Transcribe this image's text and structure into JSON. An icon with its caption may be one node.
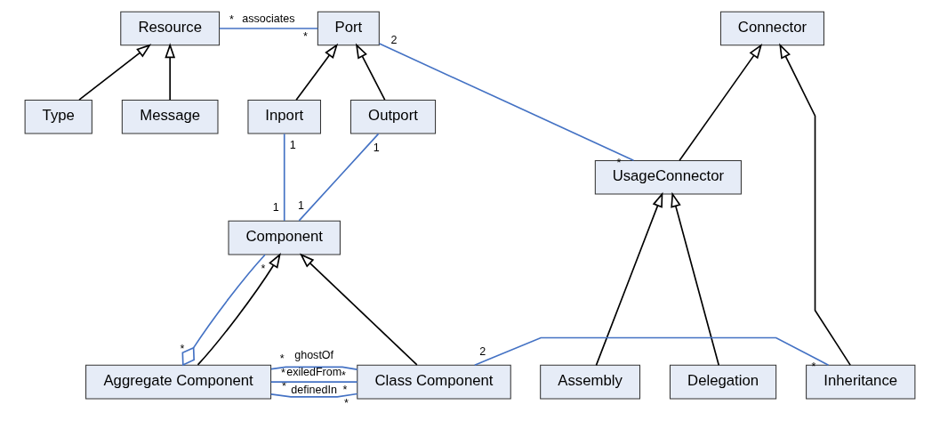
{
  "diagram": {
    "nodes": [
      {
        "text": [
          "Resource"
        ]
      },
      {
        "text": [
          "Port"
        ]
      },
      {
        "text": [
          "Connector"
        ]
      },
      {
        "text": [
          "Type"
        ]
      },
      {
        "text": [
          "Message"
        ]
      },
      {
        "text": [
          "Inport"
        ]
      },
      {
        "text": [
          "Outport"
        ]
      },
      {
        "text": [
          "UsageConnector"
        ]
      },
      {
        "text": [
          "Component"
        ]
      },
      {
        "text": [
          "Aggregate Component"
        ]
      },
      {
        "text": [
          "Class Component"
        ]
      },
      {
        "text": [
          "Assembly"
        ]
      },
      {
        "text": [
          "Delegation"
        ]
      },
      {
        "text": [
          "Inheritance"
        ]
      }
    ],
    "edges": [
      {
        "from": 0,
        "to": 1,
        "arrow": "none",
        "label": "associates",
        "color": "#4472c4"
      },
      {
        "from": 1,
        "to": 7,
        "arrow": "none",
        "color": "#4472c4"
      },
      {
        "from": 3,
        "to": 0,
        "arrow": "to"
      },
      {
        "from": 4,
        "to": 0,
        "arrow": "to"
      },
      {
        "from": 5,
        "to": 1,
        "arrow": "to"
      },
      {
        "from": 6,
        "to": 1,
        "arrow": "to"
      },
      {
        "from": 7,
        "to": 2,
        "arrow": "to"
      },
      {
        "from": 13,
        "to": 2,
        "arrow": "to"
      },
      {
        "from": 5,
        "to": 8,
        "arrow": "none",
        "color": "#4472c4"
      },
      {
        "from": 6,
        "to": 8,
        "arrow": "none",
        "color": "#4472c4"
      },
      {
        "from": 8,
        "to": 9,
        "arrow": "other",
        "color": "#4472c4"
      },
      {
        "from": 9,
        "to": 8,
        "arrow": "to"
      },
      {
        "from": 10,
        "to": 8,
        "arrow": "to"
      },
      {
        "from": 11,
        "to": 7,
        "arrow": "to"
      },
      {
        "from": 12,
        "to": 7,
        "arrow": "to"
      },
      {
        "from": 9,
        "to": 10,
        "arrow": "none",
        "label": "ghostOf",
        "color": "#4472c4"
      },
      {
        "from": 9,
        "to": 10,
        "arrow": "none",
        "label": "definedIn",
        "color": "#4472c4"
      },
      {
        "from": 9,
        "to": 10,
        "arrow": "none",
        "label": "exiledFrom",
        "color": "#4472c4"
      },
      {
        "from": 10,
        "to": 13,
        "arrow": "none",
        "color": "#4472c4"
      }
    ],
    "labels": [
      "*",
      "*",
      "2",
      "*",
      "1",
      "1",
      "1",
      "1",
      "*",
      "*",
      "*",
      "*",
      "*",
      "*",
      "*",
      "*",
      "2",
      "*"
    ]
  }
}
